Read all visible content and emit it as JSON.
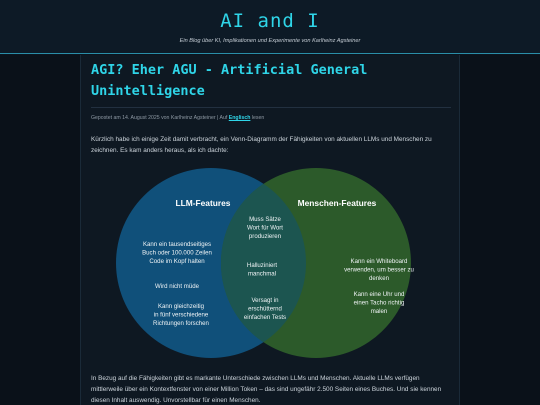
{
  "header": {
    "site_title": "AI and I",
    "tagline": "Ein Blog über KI, Implikationen und Experimente von Karlheinz Agsteiner"
  },
  "post": {
    "title_line1": "AGI? Eher AGU - Artificial General",
    "title_line2": "Unintelligence",
    "meta_prefix": "Gepostet am 14. August 2025 von Karlheinz Agsteiner | Auf",
    "meta_link": "Englisch",
    "meta_suffix": "lesen",
    "intro": "Kürzlich habe ich einige Zeit damit verbracht, ein Venn-Diagramm der Fähigkeiten von aktuellen LLMs und Menschen zu zeichnen. Es kam anders heraus, als ich dachte:",
    "after": "In Bezug auf die Fähigkeiten gibt es markante Unterschiede zwischen LLMs und Menschen. Aktuelle LLMs verfügen mittlerweile über ein Kontextfenster von einer Million Token – das sind ungefähr 2.500 Seiten eines Buches. Und sie kennen diesen Inhalt auswendig. Unvorstellbar für einen Menschen."
  },
  "venn": {
    "colors": {
      "llm": "#10507a",
      "human": "#2c5a2a",
      "overlap": "#1c5550"
    },
    "llm": {
      "heading": "LLM-Features",
      "items": [
        [
          "Kann ein tausendseitiges",
          "Buch oder 100.000 Zeilen",
          "Code im Kopf halten"
        ],
        [
          "Wird nicht müde"
        ],
        [
          "Kann gleichzeitig",
          "in fünf verschiedene",
          "Richtungen forschen"
        ]
      ]
    },
    "human": {
      "heading": "Menschen-Features",
      "items": [
        [
          "Kann ein Whiteboard",
          "verwenden, um besser zu",
          "denken"
        ],
        [
          "Kann eine Uhr und",
          "einen Tacho richtig",
          "malen"
        ]
      ]
    },
    "overlap": {
      "items": [
        [
          "Muss Sätze",
          "Wort für Wort",
          "produzieren"
        ],
        [
          "Halluziniert",
          "manchmal"
        ],
        [
          "Versagt in",
          "erschütternd",
          "einfachen Tests"
        ]
      ]
    }
  }
}
